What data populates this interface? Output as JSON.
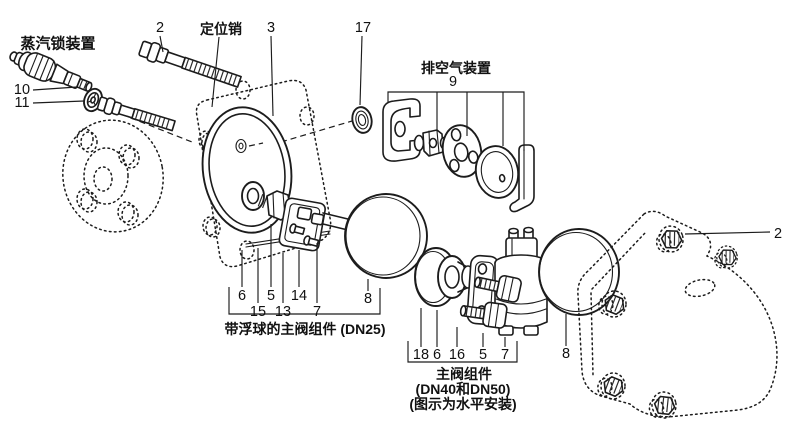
{
  "colors": {
    "ink": "#1c1c1c",
    "background": "#ffffff"
  },
  "labels": {
    "steam_lock": "蒸汽锁装置",
    "locating_pin": "定位销",
    "air_vent": "排空气装置",
    "dn25_caption": "带浮球的主阀组件 (DN25)",
    "dn40_caption_1": "主阀组件",
    "dn40_caption_2": "(DN40和DN50)",
    "dn40_caption_3": "(图示为水平安装)"
  },
  "nums": {
    "n2": "2",
    "n3": "3",
    "n5": "5",
    "n6": "6",
    "n7": "7",
    "n8": "8",
    "n9": "9",
    "n10": "10",
    "n11": "11",
    "n13": "13",
    "n14": "14",
    "n15": "15",
    "n16": "16",
    "n17": "17",
    "n18": "18"
  }
}
